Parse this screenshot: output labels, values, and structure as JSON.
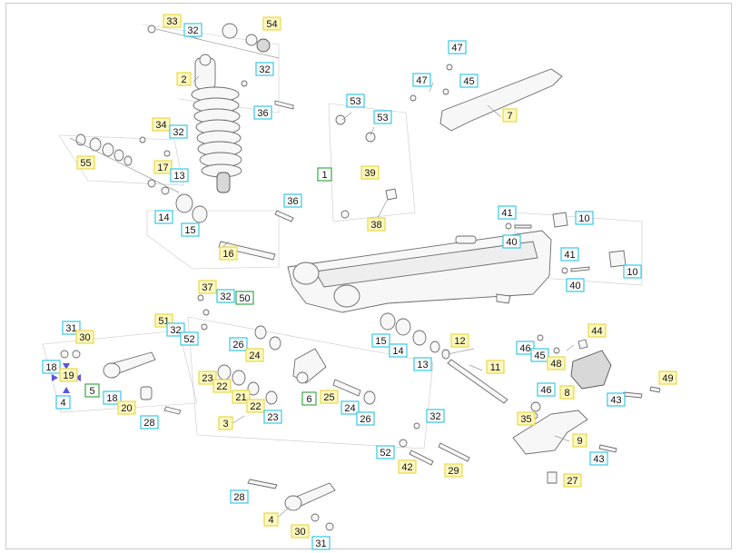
{
  "colors": {
    "yellow_box_fill": "#fdf7c0",
    "yellow_box_border": "#e8d84a",
    "cyan_box_border": "#35c8e6",
    "green_box_border": "#3aa84a",
    "nav_arrow": "#5b55e0"
  },
  "callouts": [
    {
      "id": "c33a",
      "text": "33",
      "style": "yellow"
    },
    {
      "id": "c32a",
      "text": "32",
      "style": "cyan"
    },
    {
      "id": "c54",
      "text": "54",
      "style": "yellow"
    },
    {
      "id": "c2",
      "text": "2",
      "style": "yellow"
    },
    {
      "id": "c32b",
      "text": "32",
      "style": "cyan"
    },
    {
      "id": "c36a",
      "text": "36",
      "style": "cyan"
    },
    {
      "id": "c47a",
      "text": "47",
      "style": "cyan"
    },
    {
      "id": "c47b",
      "text": "47",
      "style": "cyan"
    },
    {
      "id": "c45a",
      "text": "45",
      "style": "cyan"
    },
    {
      "id": "c7",
      "text": "7",
      "style": "yellow"
    },
    {
      "id": "c53a",
      "text": "53",
      "style": "cyan"
    },
    {
      "id": "c53b",
      "text": "53",
      "style": "cyan"
    },
    {
      "id": "c34",
      "text": "34",
      "style": "yellow"
    },
    {
      "id": "c32c",
      "text": "32",
      "style": "cyan"
    },
    {
      "id": "c55",
      "text": "55",
      "style": "yellow"
    },
    {
      "id": "c17",
      "text": "17",
      "style": "yellow"
    },
    {
      "id": "c13a",
      "text": "13",
      "style": "cyan"
    },
    {
      "id": "c1",
      "text": "1",
      "style": "green"
    },
    {
      "id": "c39",
      "text": "39",
      "style": "yellow"
    },
    {
      "id": "c38",
      "text": "38",
      "style": "yellow"
    },
    {
      "id": "c36b",
      "text": "36",
      "style": "cyan"
    },
    {
      "id": "c14a",
      "text": "14",
      "style": "cyan"
    },
    {
      "id": "c15a",
      "text": "15",
      "style": "cyan"
    },
    {
      "id": "c16",
      "text": "16",
      "style": "yellow"
    },
    {
      "id": "c41a",
      "text": "41",
      "style": "cyan"
    },
    {
      "id": "c10a",
      "text": "10",
      "style": "cyan"
    },
    {
      "id": "c40a",
      "text": "40",
      "style": "cyan"
    },
    {
      "id": "c41b",
      "text": "41",
      "style": "cyan"
    },
    {
      "id": "c10b",
      "text": "10",
      "style": "cyan"
    },
    {
      "id": "c40b",
      "text": "40",
      "style": "cyan"
    },
    {
      "id": "c37",
      "text": "37",
      "style": "yellow"
    },
    {
      "id": "c32d",
      "text": "32",
      "style": "cyan"
    },
    {
      "id": "c50",
      "text": "50",
      "style": "green"
    },
    {
      "id": "c51",
      "text": "51",
      "style": "yellow"
    },
    {
      "id": "c32e",
      "text": "32",
      "style": "cyan"
    },
    {
      "id": "c52a",
      "text": "52",
      "style": "cyan"
    },
    {
      "id": "c31a",
      "text": "31",
      "style": "cyan"
    },
    {
      "id": "c30a",
      "text": "30",
      "style": "yellow"
    },
    {
      "id": "c18a",
      "text": "18",
      "style": "cyan"
    },
    {
      "id": "c19",
      "text": "19",
      "style": "yellow"
    },
    {
      "id": "c4a",
      "text": "4",
      "style": "cyan"
    },
    {
      "id": "c5",
      "text": "5",
      "style": "green"
    },
    {
      "id": "c18b",
      "text": "18",
      "style": "cyan"
    },
    {
      "id": "c20",
      "text": "20",
      "style": "yellow"
    },
    {
      "id": "c28a",
      "text": "28",
      "style": "cyan"
    },
    {
      "id": "c26a",
      "text": "26",
      "style": "cyan"
    },
    {
      "id": "c24a",
      "text": "24",
      "style": "yellow"
    },
    {
      "id": "c23a",
      "text": "23",
      "style": "yellow"
    },
    {
      "id": "c22a",
      "text": "22",
      "style": "yellow"
    },
    {
      "id": "c21",
      "text": "21",
      "style": "yellow"
    },
    {
      "id": "c22b",
      "text": "22",
      "style": "yellow"
    },
    {
      "id": "c23b",
      "text": "23",
      "style": "cyan"
    },
    {
      "id": "c3",
      "text": "3",
      "style": "yellow"
    },
    {
      "id": "c6",
      "text": "6",
      "style": "green"
    },
    {
      "id": "c25",
      "text": "25",
      "style": "yellow"
    },
    {
      "id": "c24b",
      "text": "24",
      "style": "cyan"
    },
    {
      "id": "c26b",
      "text": "26",
      "style": "cyan"
    },
    {
      "id": "c15b",
      "text": "15",
      "style": "cyan"
    },
    {
      "id": "c14b",
      "text": "14",
      "style": "cyan"
    },
    {
      "id": "c12",
      "text": "12",
      "style": "yellow"
    },
    {
      "id": "c13b",
      "text": "13",
      "style": "cyan"
    },
    {
      "id": "c11",
      "text": "11",
      "style": "yellow"
    },
    {
      "id": "c44",
      "text": "44",
      "style": "yellow"
    },
    {
      "id": "c46a",
      "text": "46",
      "style": "cyan"
    },
    {
      "id": "c45b",
      "text": "45",
      "style": "cyan"
    },
    {
      "id": "c48",
      "text": "48",
      "style": "yellow"
    },
    {
      "id": "c49",
      "text": "49",
      "style": "yellow"
    },
    {
      "id": "c46b",
      "text": "46",
      "style": "cyan"
    },
    {
      "id": "c8",
      "text": "8",
      "style": "yellow"
    },
    {
      "id": "c43a",
      "text": "43",
      "style": "cyan"
    },
    {
      "id": "c32f",
      "text": "32",
      "style": "cyan"
    },
    {
      "id": "c35",
      "text": "35",
      "style": "yellow"
    },
    {
      "id": "c9",
      "text": "9",
      "style": "yellow"
    },
    {
      "id": "c43b",
      "text": "43",
      "style": "cyan"
    },
    {
      "id": "c52b",
      "text": "52",
      "style": "cyan"
    },
    {
      "id": "c42",
      "text": "42",
      "style": "yellow"
    },
    {
      "id": "c29",
      "text": "29",
      "style": "yellow"
    },
    {
      "id": "c27",
      "text": "27",
      "style": "yellow"
    },
    {
      "id": "c28b",
      "text": "28",
      "style": "cyan"
    },
    {
      "id": "c4b",
      "text": "4",
      "style": "yellow"
    },
    {
      "id": "c30b",
      "text": "30",
      "style": "yellow"
    },
    {
      "id": "c31b",
      "text": "31",
      "style": "cyan"
    }
  ]
}
